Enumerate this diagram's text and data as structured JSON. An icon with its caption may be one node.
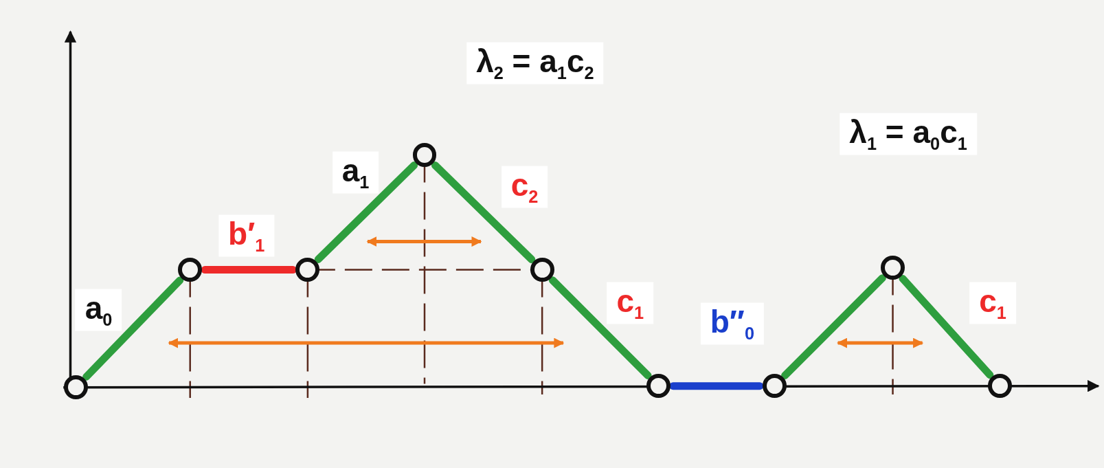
{
  "diagram": {
    "nodes": [
      {
        "text": [],
        "shape": "circle"
      },
      {
        "text": [],
        "shape": "circle"
      },
      {
        "text": [],
        "shape": "circle"
      },
      {
        "text": [],
        "shape": "circle"
      },
      {
        "text": [],
        "shape": "circle"
      },
      {
        "text": [],
        "shape": "circle"
      },
      {
        "text": [],
        "shape": "circle"
      },
      {
        "text": [],
        "shape": "circle"
      },
      {
        "text": [],
        "shape": "circle"
      }
    ],
    "edges": [
      {
        "from": 0,
        "to": 1,
        "arrow": "none",
        "label": "a$_{0}$"
      },
      {
        "from": 1,
        "to": 2,
        "arrow": "none",
        "label": "b′$_{1}$",
        "color": "#ee2a2a"
      },
      {
        "from": 2,
        "to": 3,
        "arrow": "none",
        "label": "a$_{1}$"
      },
      {
        "from": 3,
        "to": 4,
        "arrow": "none",
        "label": "c$_{2}$"
      },
      {
        "from": 4,
        "to": 5,
        "arrow": "none",
        "label": "c$_{1}$"
      },
      {
        "from": 5,
        "to": 6,
        "arrow": "none",
        "label": "b″$_{0}$",
        "color": "#1a3fcc"
      },
      {
        "from": 6,
        "to": 7,
        "arrow": "none"
      },
      {
        "from": 7,
        "to": 8,
        "arrow": "none",
        "label": "c$_{1}$"
      }
    ],
    "labels": [
      "λ$_{2}$ = a$_{1}$c$_{2}$",
      "λ$_{1}$ = a$_{0}$c$_{1}$"
    ]
  }
}
